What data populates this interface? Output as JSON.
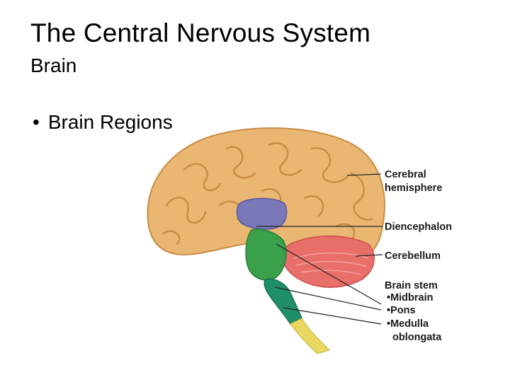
{
  "slide": {
    "title": "The Central Nervous System",
    "subtitle": "Brain",
    "bullet": "Brain Regions"
  },
  "figure": {
    "labels": {
      "cerebral_line1": "Cerebral",
      "cerebral_line2": "hemisphere",
      "diencephalon": "Diencephalon",
      "cerebellum": "Cerebellum",
      "brain_stem": "Brain stem",
      "midbrain": "•Midbrain",
      "pons": "•Pons",
      "medulla_line1": "•Medulla",
      "medulla_line2": "oblongata"
    },
    "colors": {
      "cerebrum": "#e9b772",
      "cerebrum_dark": "#c98d45",
      "diencephalon": "#7a78b8",
      "cerebellum": "#e86e6a",
      "midbrain": "#3aa04a",
      "pons": "#3aa04a",
      "medulla": "#1f8f6b",
      "spinal_cord": "#e8d860"
    }
  }
}
